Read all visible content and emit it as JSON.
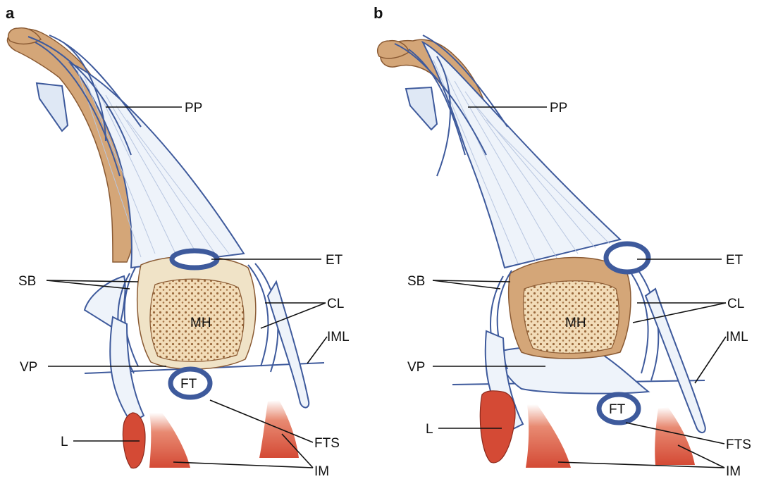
{
  "panels": {
    "a": {
      "letter": "a",
      "labels": {
        "pp": "PP",
        "et": "ET",
        "sb": "SB",
        "cl": "CL",
        "mh": "MH",
        "iml": "IML",
        "vp": "VP",
        "ft": "FT",
        "fts": "FTS",
        "l": "L",
        "im": "IM"
      }
    },
    "b": {
      "letter": "b",
      "labels": {
        "pp": "PP",
        "et": "ET",
        "sb": "SB",
        "cl": "CL",
        "mh": "MH",
        "iml": "IML",
        "vp": "VP",
        "ft": "FT",
        "fts": "FTS",
        "l": "L",
        "im": "IM"
      }
    }
  },
  "colors": {
    "bone": "#d4a678",
    "cartilage": "#f0e3c7",
    "ligament": "#dfe8f5",
    "ligament_outline": "#3e5a9c",
    "muscle": "#d44a35"
  }
}
